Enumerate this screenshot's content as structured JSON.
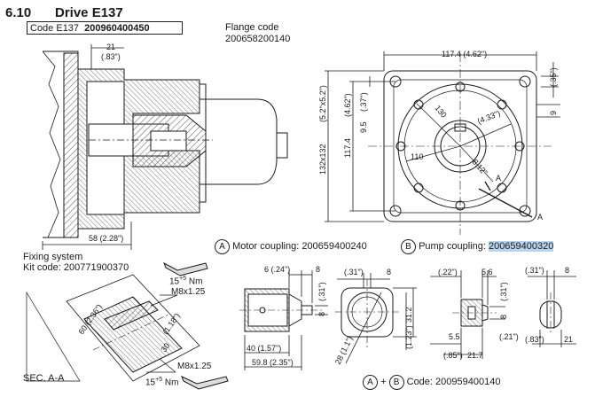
{
  "header": {
    "section_number": "6.10",
    "title": "Drive E137",
    "code_label": "Code E137",
    "code_value": "200960400450"
  },
  "flange": {
    "label": "Flange code",
    "code": "200658200140"
  },
  "dims_left": {
    "top_mm": "21",
    "top_in": "(.83\")",
    "bottom": "58  (2.28\")"
  },
  "dims_right": {
    "width": "117.4  (4.62\")",
    "v_132": "132x132",
    "v_52": "(5.2\"x5.2\")",
    "v_1174": "117.4",
    "v_462": "(4.62\")",
    "v_95": "9.5",
    "v_37": "(.37\")",
    "r130": "130",
    "r433": "(4.33\")",
    "r110": "110",
    "r812": "8.12\"",
    "top_35": "(.35\")",
    "right_9": "9",
    "letter_a1": "A",
    "letter_a2": "A"
  },
  "couplings": {
    "a_letter": "A",
    "a_text": "Motor coupling: 200659400240",
    "b_letter": "B",
    "b_text_prefix": "Pump coupling: ",
    "b_code": "200659400320"
  },
  "fixing": {
    "line1": "Fixing system",
    "line2": "Kit code: 200771900370",
    "sec": "SEC. A-A"
  },
  "torque": {
    "top_val": "15",
    "top_sup": "+5",
    "top_unit": "Nm",
    "top_thread": "M8x1.25",
    "bot_thread": "M8x1.25",
    "bot_val": "15",
    "bot_sup": "+5",
    "bot_unit": "Nm"
  },
  "sec_dims": {
    "d60": "60 (2.36\")",
    "d30": "30",
    "d118": "(1.18\")"
  },
  "detail_a": {
    "d6": "6 (.24\")",
    "d8a": "8",
    "d31": "(.31\")",
    "d8b": "8",
    "d40": "40  (1.57\")",
    "d598": "59.8   (2.35\")"
  },
  "detail_mid": {
    "d31": "(.31\")",
    "d8": "8",
    "d312": "31.2",
    "d123": "(1.23\")",
    "d28": "28 (1.1\")"
  },
  "detail_b": {
    "d22": "(.22\")",
    "d56": "5.6",
    "d31": "(.31\")",
    "d8": "8",
    "d55": "5.5",
    "d21in": "(.21\")",
    "d85": "(.85\")",
    "d217": "21.7"
  },
  "detail_c": {
    "d31": "(.31\")",
    "d8": "8",
    "d83": "(.83\")",
    "d21": "21"
  },
  "combo": {
    "a": "A",
    "plus": "+",
    "b": "B",
    "code": "Code: 200959400140"
  },
  "colors": {
    "line": "#1a1a1a",
    "highlight": "#b7d3ee",
    "hatch": "#555555"
  }
}
